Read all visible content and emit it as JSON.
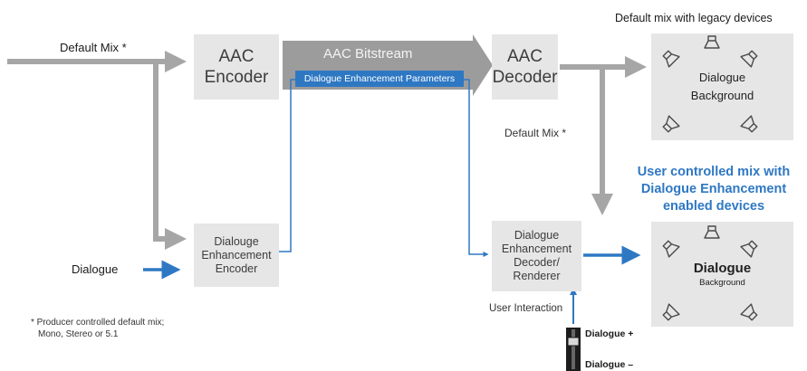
{
  "title": "Default mix with legacy devices",
  "inputs": {
    "default_mix": "Default Mix *",
    "dialogue": "Dialogue"
  },
  "encoder": {
    "line1": "AAC",
    "line2": "Encoder"
  },
  "bitstream": {
    "label": "AAC Bitstream",
    "params": "Dialogue Enhancement Parameters"
  },
  "decoder": {
    "line1": "AAC",
    "line2": "Decoder"
  },
  "de_encoder": {
    "line1": "Dialouge",
    "line2": "Enhancement",
    "line3": "Encoder"
  },
  "de_decoder": {
    "line1": "Dialogue",
    "line2": "Enhancement",
    "line3": "Decoder/",
    "line4": "Renderer"
  },
  "legacy_output": {
    "line1": "Dialogue",
    "line2": "Background"
  },
  "enhanced_title": {
    "line1": "User controlled mix with",
    "line2": "Dialogue Enhancement",
    "line3": "enabled devices"
  },
  "enhanced_output": {
    "dialogue": "Dialogue",
    "background": "Background"
  },
  "default_mix_label": "Default Mix *",
  "user_interaction": "User Interaction",
  "slider": {
    "plus": "Dialogue +",
    "minus": "Dialogue –"
  },
  "footnote": {
    "line1": "* Producer controlled default mix;",
    "line2": "Mono, Stereo or 5.1"
  },
  "colors": {
    "gray_arrow": "#a6a6a6",
    "box_fill": "#e6e6e6",
    "blue_accent": "#2e78c3",
    "speaker_stroke": "#4a4a4a"
  },
  "icons": [
    "speaker-icon",
    "fader-icon"
  ]
}
